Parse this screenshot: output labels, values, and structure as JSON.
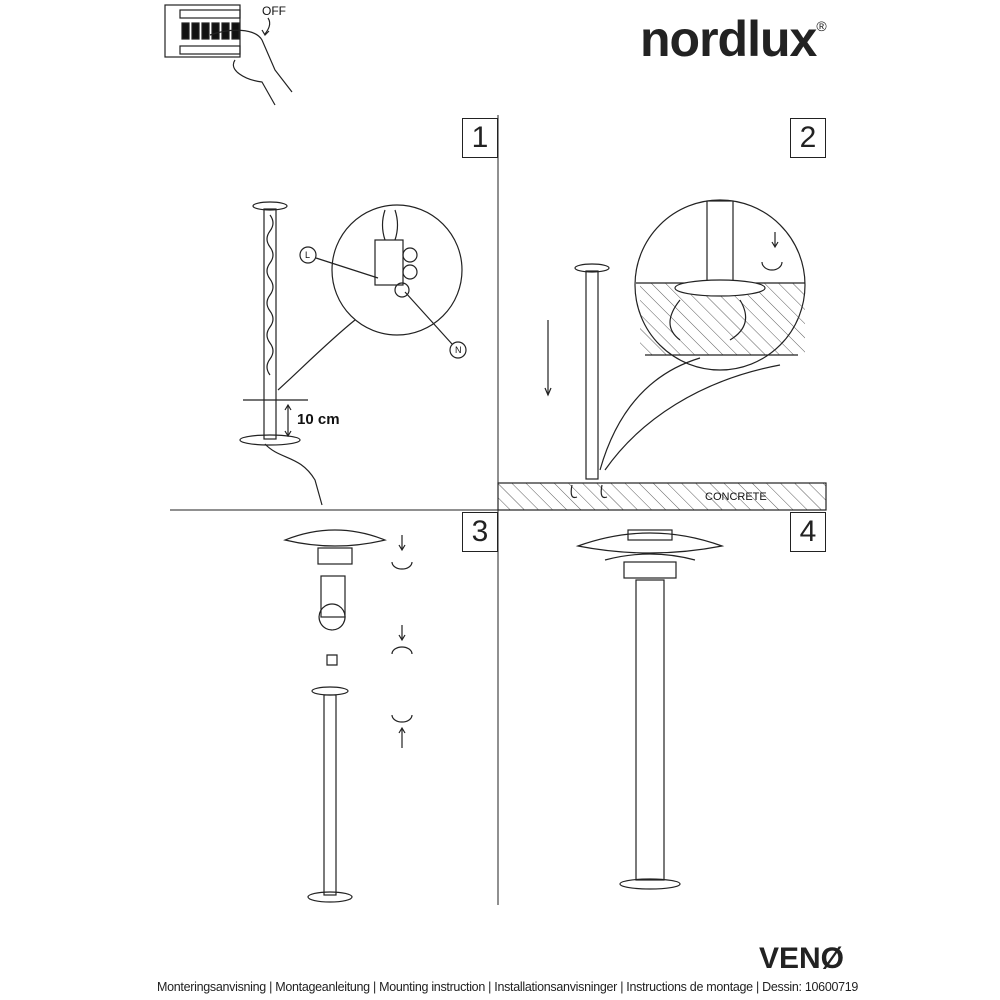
{
  "brand": {
    "logo_text": "nordlux",
    "registered_mark": "®"
  },
  "power_off_label": "OFF",
  "steps": [
    {
      "number": "1",
      "measure_label": "10 cm",
      "wire_labels": [
        "L",
        "N"
      ]
    },
    {
      "number": "2",
      "surface_label": "CONCRETE"
    },
    {
      "number": "3"
    },
    {
      "number": "4"
    }
  ],
  "product_name": "VENØ",
  "footer": {
    "text": "Monteringsanvisning | Montageanleitung | Mounting instruction | Installationsanvisninger | Instructions de montage | Dessin: 10600719"
  }
}
